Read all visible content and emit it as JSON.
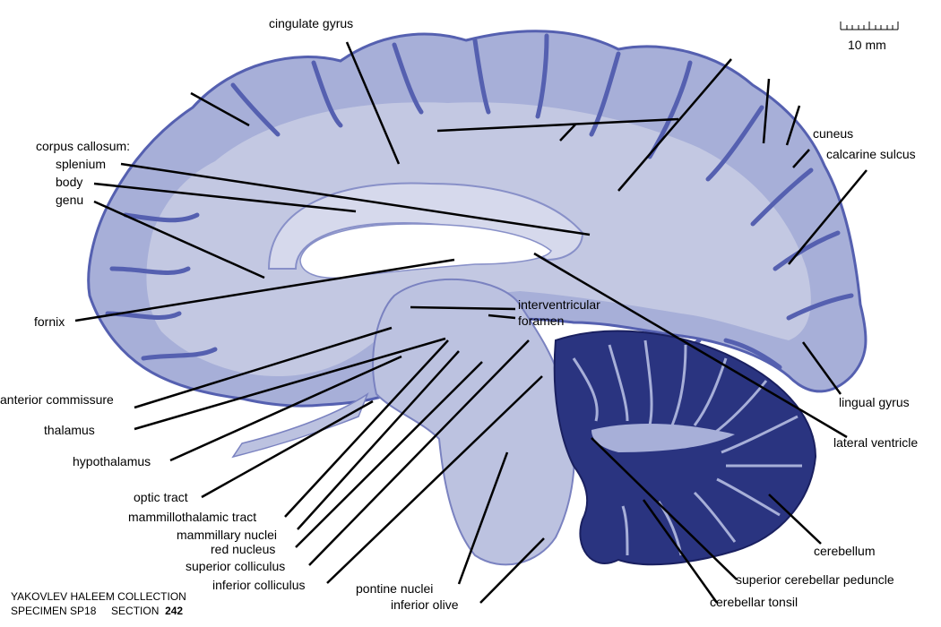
{
  "scale_bar": {
    "label": "10 mm"
  },
  "labels": {
    "cingulate_gyrus": "cingulate gyrus",
    "corpus_callosum": "corpus callosum:",
    "splenium": "splenium",
    "body": "body",
    "genu": "genu",
    "cuneus": "cuneus",
    "calcarine_sulcus": "calcarine sulcus",
    "fornix": "fornix",
    "interventricular_foramen_1": "interventricular",
    "interventricular_foramen_2": "foramen",
    "anterior_commissure": "anterior commissure",
    "thalamus": "thalamus",
    "hypothalamus": "hypothalamus",
    "optic_tract": "optic tract",
    "mammillothalamic_tract": "mammillothalamic tract",
    "mammillary_nuclei": "mammillary nuclei",
    "red_nucleus": "red nucleus",
    "superior_colliculus": "superior colliculus",
    "inferior_colliculus": "inferior colliculus",
    "pontine_nuclei": "pontine nuclei",
    "inferior_olive": "inferior olive",
    "lingual_gyrus": "lingual gyrus",
    "lateral_ventricle": "lateral ventricle",
    "cerebellum": "cerebellum",
    "superior_cerebellar_peduncle": "superior cerebellar peduncle",
    "cerebellar_tonsil": "cerebellar tonsil"
  },
  "credit": {
    "collection": "YAKOVLEV HALEEM COLLECTION",
    "specimen": "SPECIMEN SP18",
    "section_label": "SECTION",
    "section_number": "242"
  },
  "colors": {
    "tissue_fill": "#a7afd8",
    "tissue_edge": "#5560b0",
    "white_matter": "#c3c8e2",
    "cerebellum_dark": "#2a3480",
    "ventricle": "#ffffff",
    "leader_lines": "#000000"
  }
}
